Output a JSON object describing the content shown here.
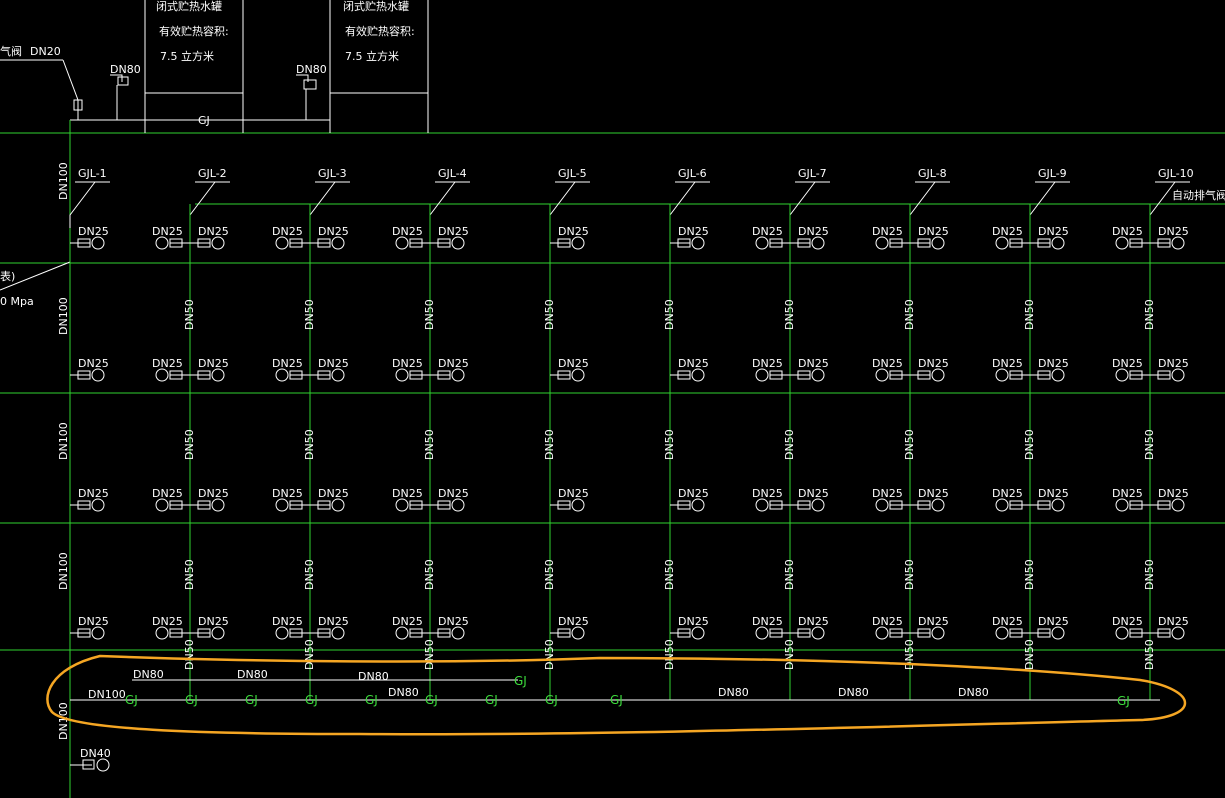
{
  "tanks": [
    {
      "line1": "闭式贮热水罐",
      "line2": "有效贮热容积:",
      "line3": "7.5  立方米",
      "pipe": "DN80"
    },
    {
      "line1": "闭式贮热水罐",
      "line2": "有效贮热容积:",
      "line3": "7.5  立方米",
      "pipe": "DN80"
    }
  ],
  "top_left_label": "气阀",
  "top_pipe": "DN20",
  "header_label": "GJ",
  "risers": [
    "GJL-1",
    "GJL-2",
    "GJL-3",
    "GJL-4",
    "GJL-5",
    "GJL-6",
    "GJL-7",
    "GJL-8",
    "GJL-9",
    "GJL-10"
  ],
  "air_valve": "自动排气阀",
  "branch_size": "DN25",
  "riser_size": "DN50",
  "main_riser_size": "DN100",
  "left_notes": [
    "表)",
    "0 Mpa"
  ],
  "bottom": {
    "sizes": [
      "DN100",
      "DN80",
      "DN80",
      "DN80",
      "DN80",
      "DN80",
      "DN80",
      "DN80"
    ],
    "gj": "GJ",
    "drain": "DN40"
  },
  "highlight_color": "#f5a623",
  "line_color": "#2fd22f",
  "text_color": "#ffffff"
}
